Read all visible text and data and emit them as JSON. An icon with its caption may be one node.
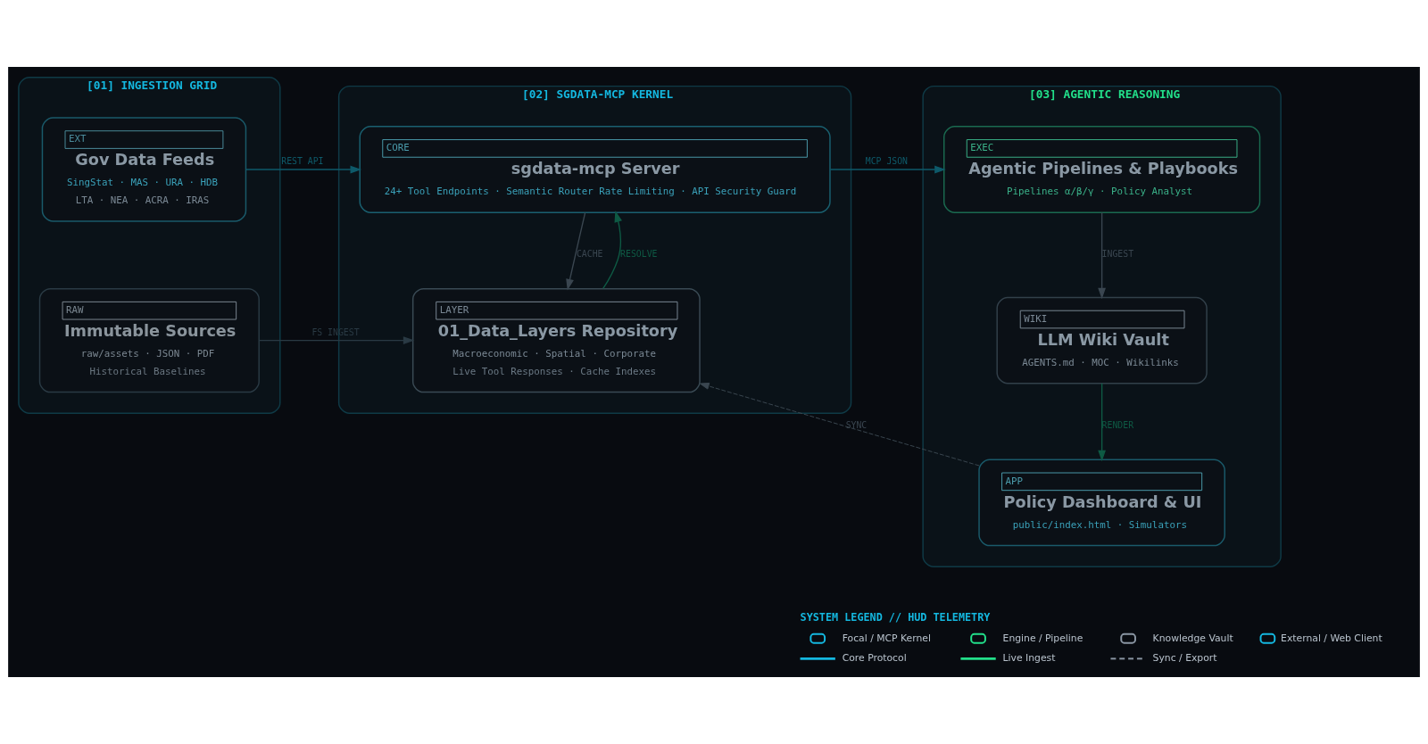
{
  "diagram": {
    "nodes": [
      {
        "text": [
          "[01] INGESTION GRID"
        ]
      },
      {
        "text": [
          "EXT",
          "Gov Data Feeds",
          "SingStat · MAS · URA · HDB",
          "LTA · NEA · ACRA · IRAS"
        ],
        "in": 0
      },
      {
        "text": [
          "RAW",
          "Immutable Sources",
          "raw/assets · JSON · PDF",
          "Historical Baselines"
        ],
        "in": 0
      },
      {
        "text": [
          "[02] SGDATA-MCP KERNEL"
        ]
      },
      {
        "text": [
          "CORE",
          "sgdata-mcp Server",
          "24+ Tool Endpoints · Semantic Router Rate Limiting · API Security Guard"
        ],
        "in": 3
      },
      {
        "text": [
          "LAYER",
          "01_Data_Layers Repository",
          "Macroeconomic · Spatial · Corporate",
          "Live Tool Responses · Cache Indexes"
        ],
        "in": 3
      },
      {
        "text": [
          "[03] AGENTIC REASONING"
        ]
      },
      {
        "text": [
          "EXEC",
          "Agentic Pipelines & Playbooks",
          "Pipelines α/β/γ · Policy Analyst"
        ],
        "in": 6
      },
      {
        "text": [
          "WIKI",
          "LLM Wiki Vault",
          "AGENTS.md · MOC · Wikilinks"
        ],
        "in": 6
      },
      {
        "text": [
          "APP",
          "Policy Dashboard & UI",
          "public/index.html · Simulators"
        ],
        "in": 6
      }
    ],
    "edges": [
      {
        "from": 1,
        "to": 4,
        "arrow": "to",
        "label": "REST API",
        "color": "#0e5a6a"
      },
      {
        "from": 2,
        "to": 5,
        "arrow": "to",
        "label": "FS INGEST",
        "color": "#2a3a44"
      },
      {
        "from": 5,
        "to": 4,
        "arrow": "to",
        "label": "RESOLVE",
        "color": "#0e5a44"
      },
      {
        "from": 4,
        "to": 5,
        "arrow": "to",
        "label": "CACHE",
        "color": "#3a4650"
      },
      {
        "from": 4,
        "to": 7,
        "arrow": "to",
        "label": "MCP JSON",
        "color": "#0e5a6a"
      },
      {
        "from": 7,
        "to": 8,
        "arrow": "to",
        "label": "INGEST",
        "color": "#3a4650"
      },
      {
        "from": 8,
        "to": 9,
        "arrow": "to",
        "label": "RENDER",
        "color": "#0e5a44"
      },
      {
        "from": 9,
        "to": 5,
        "arrow": "to",
        "label": "SYNC",
        "style": "dashed",
        "color": "#3a4650"
      }
    ],
    "labels": [
      "SYSTEM LEGEND // HUD TELEMETRY"
    ],
    "legend": [
      {
        "text": "Focal / MCP Kernel",
        "color": "#14b8e0"
      },
      {
        "text": "Engine / Pipeline",
        "color": "#22e08a"
      },
      {
        "text": "Knowledge Vault",
        "color": "#8a96a3"
      },
      {
        "text": "External / Web Client",
        "color": "#14b8e0"
      },
      {
        "text": "Core Protocol"
      },
      {
        "text": "Live Ingest"
      },
      {
        "text": "Sync / Export"
      }
    ]
  }
}
